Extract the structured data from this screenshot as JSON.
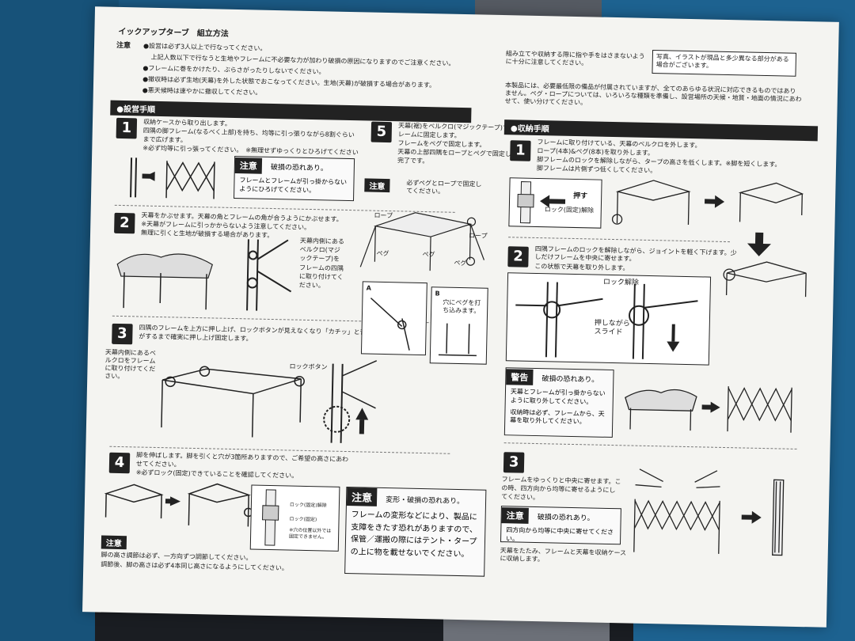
{
  "header": {
    "title": "イックアップターブ　組立方法",
    "note_label": "注意",
    "notes": [
      "●設営は必ず3人以上で行なってください。",
      "上記人数以下で行なうと生地やフレームに不必要な力が加わり破損の原因になりますのでご注意ください。",
      "●フレームに巻をかけたり、ぶらさがったりしないでください。",
      "●撤収時は必ず生地(天幕)を外した状態でおこなってください。生地(天幕)が破損する場合があります。",
      "●悪天候時は速やかに撤収してください。"
    ],
    "caution_hands": "組み立てや収納する際に指や手をはさまないように十分に注意してください。",
    "photo_note": "写真、イラストが現品と多少異なる部分がある場合がございます。",
    "product_note": "本製品には、必要最低限の備品が付属されていますが、全てのあらゆる状況に対応できるものではありません。ペグ・ロープについては、いろいろな種類を準備し、設営場所の天候・地質・地面の情況にあわせて、使い分けてください。"
  },
  "setup": {
    "section_title": "●設営手順",
    "step1": {
      "num": "1",
      "lines": [
        "収納ケースから取り出します。",
        "四隅の脚フレーム(なるべく上部)を持ち、均等に引っ張りながら8割ぐらい",
        "まで広げます。",
        "※必ず均等に引っ張ってください。　※無理せずゆっくりとひろげてください"
      ],
      "warning": {
        "head": "注意",
        "tag": "破損の恐れあり。",
        "body": "フレームとフレームが引っ掛からないようにひろげてください。"
      }
    },
    "step2": {
      "num": "2",
      "lines": [
        "天幕をかぶせます。天幕の角とフレームの角が合うようにかぶせます。",
        "※天幕がフレームに引っかからないよう注意してください。",
        "無理に引くと生地が破損する場合があります。"
      ],
      "side": "天幕内側にあるベルクロ(マジックテープ)をフレームの四隅に取り付けてください。"
    },
    "step3": {
      "num": "3",
      "lines": [
        "四隅のフレームを上方に押し上げ、ロックボタンが見えなくなり「カチッ」と音",
        "がするまで確実に押し上げ固定します。"
      ],
      "label_left": "天幕内側にあるベルクロをフレームに取り付けてください。",
      "label_lock": "ロックボタン"
    },
    "step4": {
      "num": "4",
      "lines": [
        "脚を伸ばします。脚を引くと穴が3箇所ありますので、ご希望の高さにあわ",
        "せてください。",
        "※必ずロック(固定)できていることを確認してください。"
      ],
      "lock_release": "ロック(固定)解除",
      "lock_fixed": "ロック(固定)",
      "lock_note": "※穴の位置以外では固定できません。"
    },
    "caution_bottom": {
      "head": "注意",
      "lines": [
        "脚の高さ調節は必ず、一方向ずつ調節してください。",
        "調節後、脚の高さは必ず4本同じ高さになるようにしてください。"
      ]
    },
    "step5": {
      "num": "5",
      "lines": [
        "天幕(裾)をベルクロ(マジックテープ)でフ",
        "レームに固定します。",
        "フレームをペグで固定します。",
        "天幕の上部四隅をロープとペグで固定して",
        "完了です。"
      ],
      "caution_head": "注意",
      "caution_text": "必ずペグとロープで固定してください。",
      "rope": "ロープ",
      "peg": "ペグ",
      "label_a": "A",
      "label_b": "B",
      "b_text": "穴にペグを打ち込みます。"
    },
    "deform_warning": {
      "head": "注意",
      "tag": "変形・破損の恐れあり。",
      "body": "フレームの変形などにより、製品に支障をきたす恐れがありますので、保管／運搬の際にはテント・タープの上に物を載せないでください。"
    }
  },
  "storage": {
    "section_title": "●収納手順",
    "step1": {
      "num": "1",
      "lines": [
        "フレームに取り付けている、天幕のベルクロを外します。",
        "ロープ(4本)&ペグ(8本)を取り外します。",
        "脚フレームのロックを解除しながら、タープの高さを低くします。※脚を短くします。",
        "脚フレームは片側ずつ低くしてください。"
      ],
      "push": "押す",
      "lock_release": "ロック(固定)解除"
    },
    "step2": {
      "num": "2",
      "lines": [
        "四隅フレームのロックを解除しながら、ジョイントを軽く下げます。少しだけフレームを中央に寄せます。",
        "この状態で天幕を取り外します。"
      ],
      "lock_release": "ロック解除",
      "push_slide": "押しながらスライド"
    },
    "alert": {
      "head": "警告",
      "tag": "破損の恐れあり。",
      "body1": "天幕とフレームが引っ掛からないように取り外してください。",
      "body2": "収納時は必ず、フレームから、天幕を取り外してください。"
    },
    "step3": {
      "num": "3",
      "lines": [
        "フレームをゆっくりと中央に寄せます。こ",
        "の時、四方向から均等に寄せるようにし",
        "てください。"
      ],
      "caution_head": "注意",
      "caution_tag": "破損の恐れあり。",
      "caution_body": "四方向から均等に中央に寄せてください。",
      "final": "天幕をたたみ、フレームと天幕を収納ケースに収納します。"
    }
  },
  "colors": {
    "background_fabric": "#1d5d88",
    "paper": "#f4f4f1",
    "ink": "#222222"
  }
}
